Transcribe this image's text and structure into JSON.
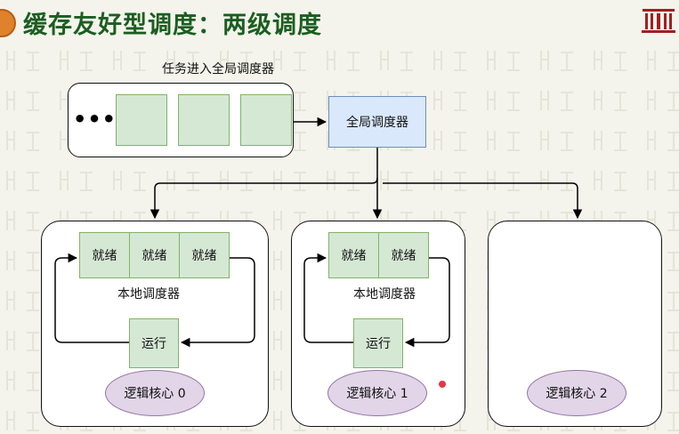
{
  "slide": {
    "title": "缓存友好型调度：两级调度"
  },
  "global_queue": {
    "label": "任务进入全局调度器",
    "ellipsis": "•••"
  },
  "global_scheduler": {
    "label": "全局调度器"
  },
  "cores": [
    {
      "ready": [
        "就绪",
        "就绪",
        "就绪"
      ],
      "local_label": "本地调度器",
      "running": "运行",
      "core_label": "逻辑核心 0"
    },
    {
      "ready": [
        "就绪",
        "就绪"
      ],
      "local_label": "本地调度器",
      "running": "运行",
      "core_label": "逻辑核心 1"
    },
    {
      "core_label": "逻辑核心 2"
    }
  ],
  "colors": {
    "title": "#1b5e20",
    "ready_fill": "#d5e8d4",
    "scheduler_fill": "#dae8fc",
    "core_fill": "#e1d5e7"
  }
}
